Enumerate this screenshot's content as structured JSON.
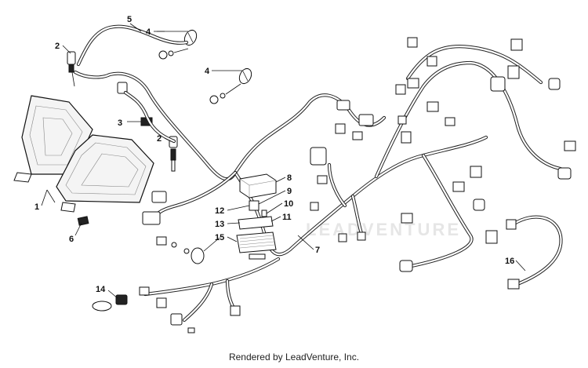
{
  "diagram": {
    "callouts": [
      {
        "id": "c1",
        "label": "1"
      },
      {
        "id": "c2a",
        "label": "2"
      },
      {
        "id": "c2b",
        "label": "2"
      },
      {
        "id": "c3",
        "label": "3"
      },
      {
        "id": "c4a",
        "label": "4"
      },
      {
        "id": "c4b",
        "label": "4"
      },
      {
        "id": "c5",
        "label": "5"
      },
      {
        "id": "c6",
        "label": "6"
      },
      {
        "id": "c7",
        "label": "7"
      },
      {
        "id": "c8",
        "label": "8"
      },
      {
        "id": "c9",
        "label": "9"
      },
      {
        "id": "c10",
        "label": "10"
      },
      {
        "id": "c11",
        "label": "11"
      },
      {
        "id": "c12",
        "label": "12"
      },
      {
        "id": "c13",
        "label": "13"
      },
      {
        "id": "c14",
        "label": "14"
      },
      {
        "id": "c15",
        "label": "15"
      },
      {
        "id": "c16",
        "label": "16"
      }
    ],
    "watermark": "LEADVENTURE"
  },
  "footer": {
    "text": "Rendered by LeadVenture, Inc."
  }
}
